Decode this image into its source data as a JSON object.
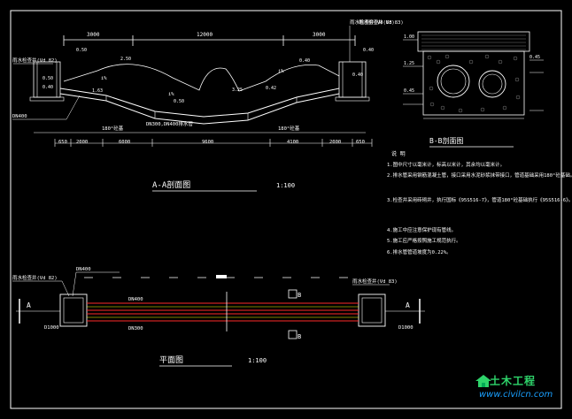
{
  "section_aa": {
    "title": "A-A剖面图",
    "scale": "1:100",
    "dims_top": [
      "3000",
      "12000",
      "3000"
    ],
    "dims_bottom_1": [
      "180°砼基",
      "180°砼基"
    ],
    "dims_bottom_2": [
      "650",
      "2000",
      "6000",
      "9600",
      "4100",
      "2000",
      "650"
    ],
    "left_well_label": "雨水检查井(Vd 82)",
    "right_well_label": "雨水检查井(Vd 83)",
    "pipe_label": "DN300,DN400排水管",
    "slope_label": "i%",
    "culvert_label": "DN400",
    "level_labels": [
      "0.50",
      "2.50",
      "0.50",
      "1.63",
      "0.50",
      "3.25",
      "0.42",
      "0.40",
      "0.40",
      "0.40",
      "0.40"
    ]
  },
  "section_bb": {
    "title": "B-B剖面图",
    "top_label": "雨水检查井(Vd 83)"
  },
  "notes": {
    "title": "说 明",
    "items": [
      "1.图中尺寸以毫米计，标高以米计，其余均以毫米计。",
      "2.排水管采用钢筋混凝土管，接口采用水泥砂浆抹带接口，管道基础采用180°砼基础。",
      "3.检查井采用砖砌井，执行国标《95S516-7》，管道180°砼基础执行《95S516-6》。",
      "4.施工中应注意保护现有管线。",
      "5.施工应严格按照施工规范执行。",
      "6.排水管管道坡度为0.22%。"
    ]
  },
  "plan": {
    "title": "平面图",
    "scale": "1:100",
    "left_well_label": "雨水检查井(Vd 82)",
    "right_well_label": "雨水检查井(Vd 83)",
    "culvert_label": "DN400",
    "pipe_top": "DN400",
    "pipe_bottom": "DN300",
    "left_well_size": "D1000",
    "right_well_size": "D1000",
    "section_mark_a": "A",
    "section_mark_b": "B"
  },
  "watermark": {
    "name": "土木工程",
    "url": "www.civilcn.com"
  },
  "colors": {
    "background": "#000000",
    "frame": "#ffffff",
    "dims": "#ffffff",
    "green": "#00ff00",
    "red_pipe": "#ff2a2a",
    "yellow": "#ffff00",
    "cyan": "#00ffff"
  }
}
